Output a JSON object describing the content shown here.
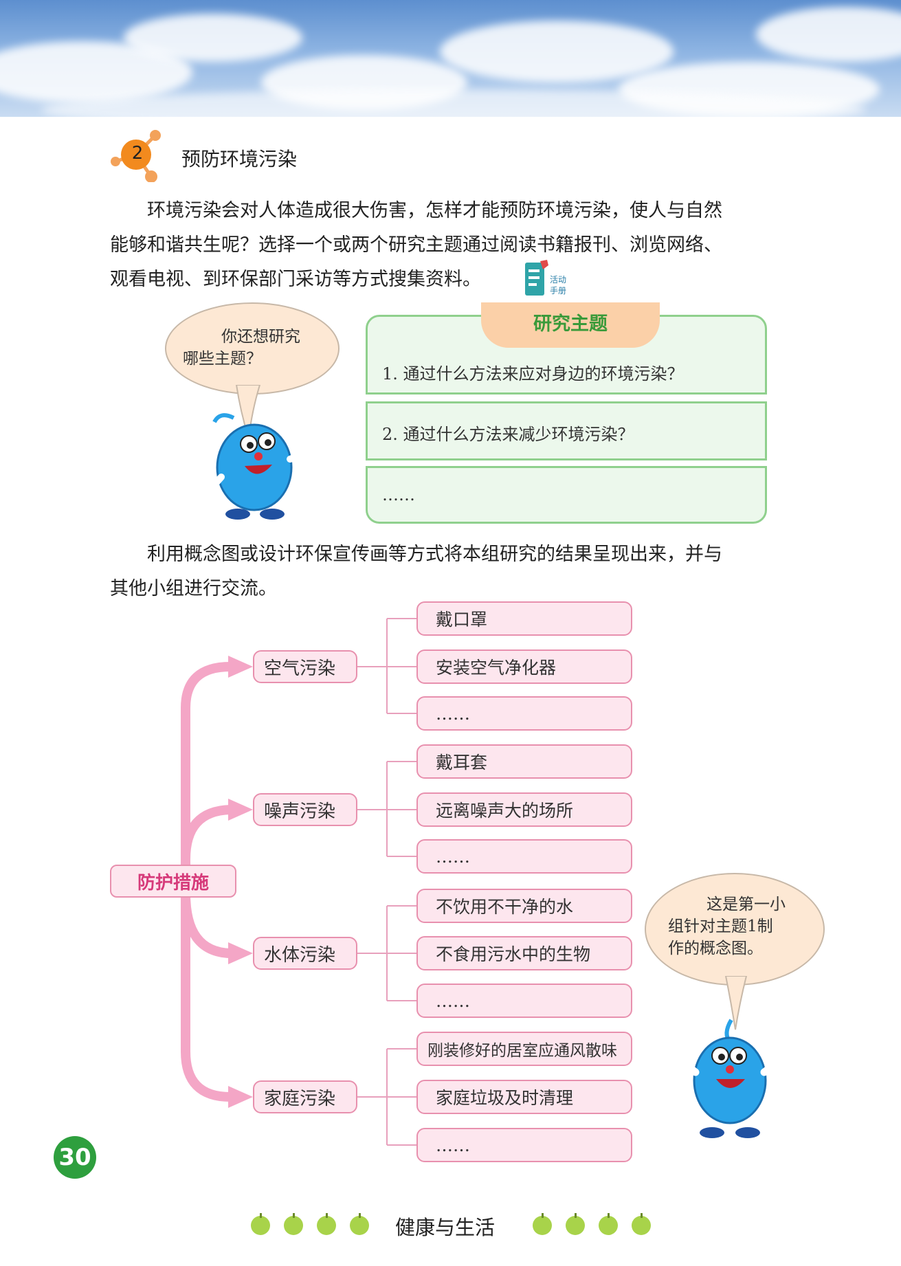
{
  "section": {
    "number": "2",
    "title": "预防环境污染"
  },
  "intro_paragraph": {
    "line1": "环境污染会对人体造成很大伤害，怎样才能预防环境污染，使人与自然",
    "line2": "能够和谐共生呢？选择一个或两个研究主题通过阅读书籍报刊、浏览网络、",
    "line3": "观看电视、到环保部门采访等方式搜集资料。"
  },
  "activity_badge": {
    "line1": "活动",
    "line2": "手册"
  },
  "bubble1": {
    "line1": "你还想研究",
    "line2": "哪些主题？"
  },
  "research_topics": {
    "heading": "研究主题",
    "items": [
      "1. 通过什么方法来应对身边的环境污染？",
      "2. 通过什么方法来减少环境污染？",
      "……"
    ]
  },
  "second_paragraph": {
    "line1": "利用概念图或设计环保宣传画等方式将本组研究的结果呈现出来，并与",
    "line2": "其他小组进行交流。"
  },
  "concept_map": {
    "root": "防护措施",
    "branches": [
      {
        "label": "空气污染",
        "leaves": [
          "戴口罩",
          "安装空气净化器",
          "……"
        ]
      },
      {
        "label": "噪声污染",
        "leaves": [
          "戴耳套",
          "远离噪声大的场所",
          "……"
        ]
      },
      {
        "label": "水体污染",
        "leaves": [
          "不饮用不干净的水",
          "不食用污水中的生物",
          "……"
        ]
      },
      {
        "label": "家庭污染",
        "leaves": [
          "刚装修好的居室应通风散味",
          "家庭垃圾及时清理",
          "……"
        ]
      }
    ]
  },
  "bubble2": {
    "line1": "这是第一小",
    "line2": "组针对主题1制",
    "line3": "作的概念图。"
  },
  "page_number": "30",
  "footer_title": "健康与生活",
  "colors": {
    "pink_arrow": "#f4a6c6",
    "node_fill": "#fde6ee",
    "node_border": "#e890ae",
    "topic_green": "#8fd08d",
    "page_badge": "#2e9f3e",
    "mascot_blue": "#2aa3e8"
  }
}
